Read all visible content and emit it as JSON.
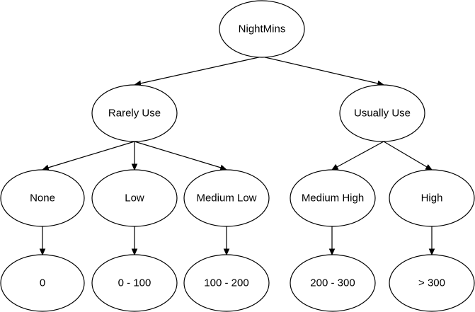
{
  "colors": {
    "stroke": "#000000",
    "fill": "#ffffff",
    "text": "#000000"
  },
  "diagram": {
    "root": {
      "label": "NightMins"
    },
    "level1": {
      "rarely": {
        "label": "Rarely Use"
      },
      "usually": {
        "label": "Usually Use"
      }
    },
    "level2": {
      "none": {
        "label": "None"
      },
      "low": {
        "label": "Low"
      },
      "medium_low": {
        "label": "Medium Low"
      },
      "medium_high": {
        "label": "Medium High"
      },
      "high": {
        "label": "High"
      }
    },
    "level3": {
      "zero": {
        "label": "0"
      },
      "range_0_100": {
        "label": "0 - 100"
      },
      "range_100_200": {
        "label": "100 - 200"
      },
      "range_200_300": {
        "label": "200 - 300"
      },
      "over_300": {
        "label": "> 300"
      }
    }
  }
}
